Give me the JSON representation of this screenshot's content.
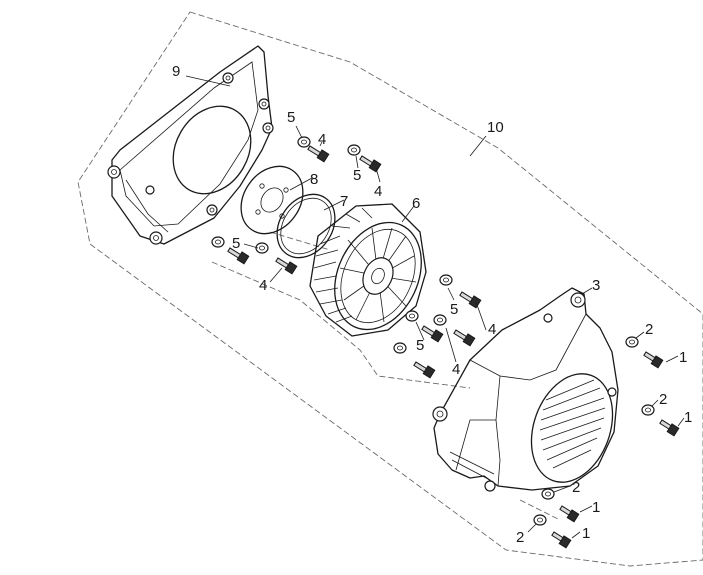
{
  "colors": {
    "ink": "#1a1a1a",
    "paper": "#ffffff",
    "shade": "#d9d9d9"
  },
  "callouts": {
    "c1a": "1",
    "c1b": "1",
    "c1c": "1",
    "c1d": "1",
    "c2a": "2",
    "c2b": "2",
    "c2c": "2",
    "c2d": "2",
    "c3": "3",
    "c4a": "4",
    "c4b": "4",
    "c4c": "4",
    "c4d": "4",
    "c4e": "4",
    "c5a": "5",
    "c5b": "5",
    "c5c": "5",
    "c5d": "5",
    "c5e": "5",
    "c6": "6",
    "c7": "7",
    "c8": "8",
    "c9": "9",
    "c10": "10"
  }
}
